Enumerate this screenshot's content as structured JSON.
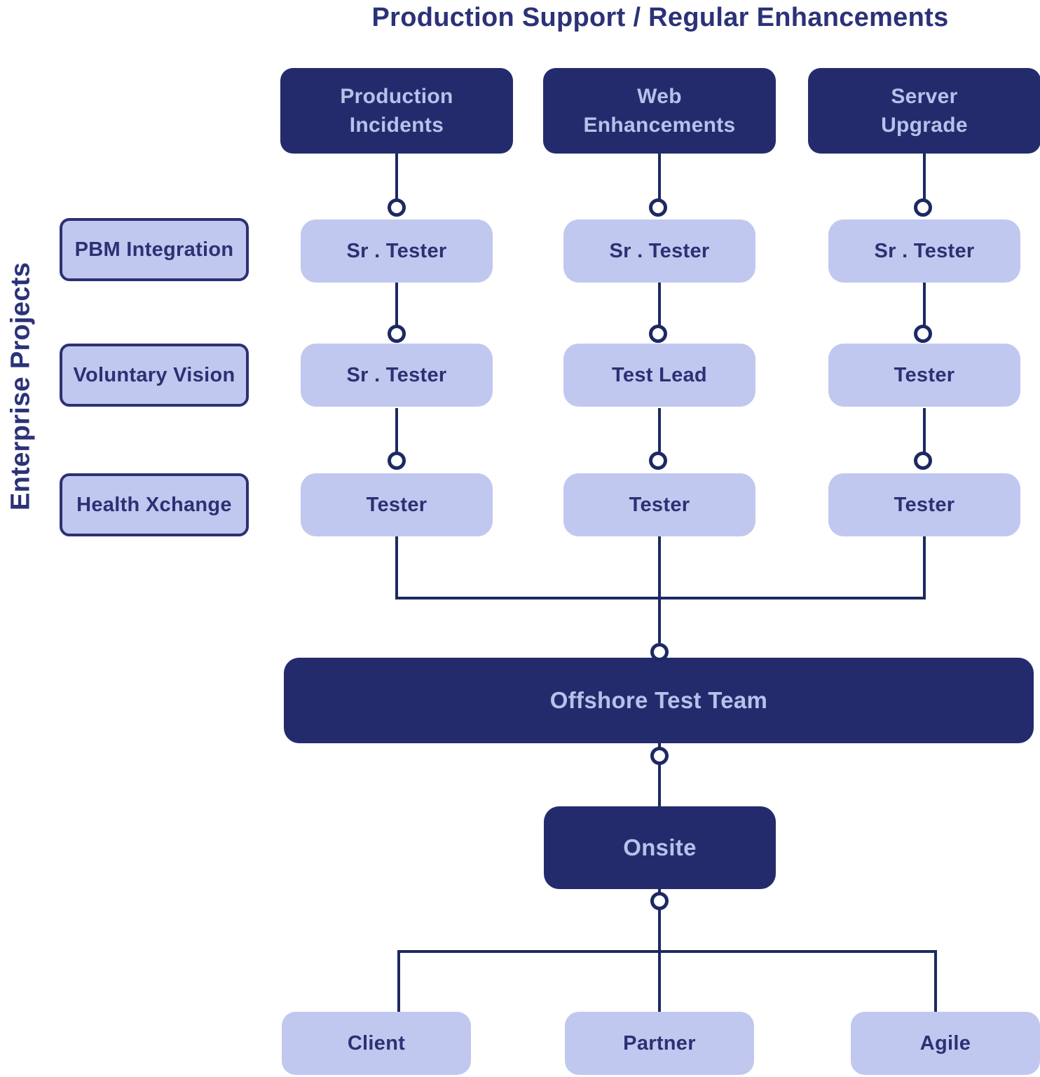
{
  "title": "Production Support / Regular Enhancements",
  "side_label": "Enterprise Projects",
  "columns": [
    "Production\nIncidents",
    "Web\nEnhancements",
    "Server\nUpgrade"
  ],
  "projects": [
    "PBM Integration",
    "Voluntary Vision",
    "Health Xchange"
  ],
  "matrix": [
    [
      "Sr . Tester",
      "Sr . Tester",
      "Sr . Tester"
    ],
    [
      "Sr . Tester",
      "Test Lead",
      "Tester"
    ],
    [
      "Tester",
      "Tester",
      "Tester"
    ]
  ],
  "offshore_label": "Offshore Test Team",
  "onsite_label": "Onsite",
  "bottom": [
    "Client",
    "Partner",
    "Agile"
  ],
  "colors": {
    "dark_fill": "#242b6d",
    "light_fill": "#c1c8ef",
    "dark_text": "#2b3173",
    "light_text": "#b9c1ea",
    "line": "#1d2963",
    "title_text": "#2b3278",
    "node_fill": "#ffffff",
    "background": "#ffffff"
  }
}
